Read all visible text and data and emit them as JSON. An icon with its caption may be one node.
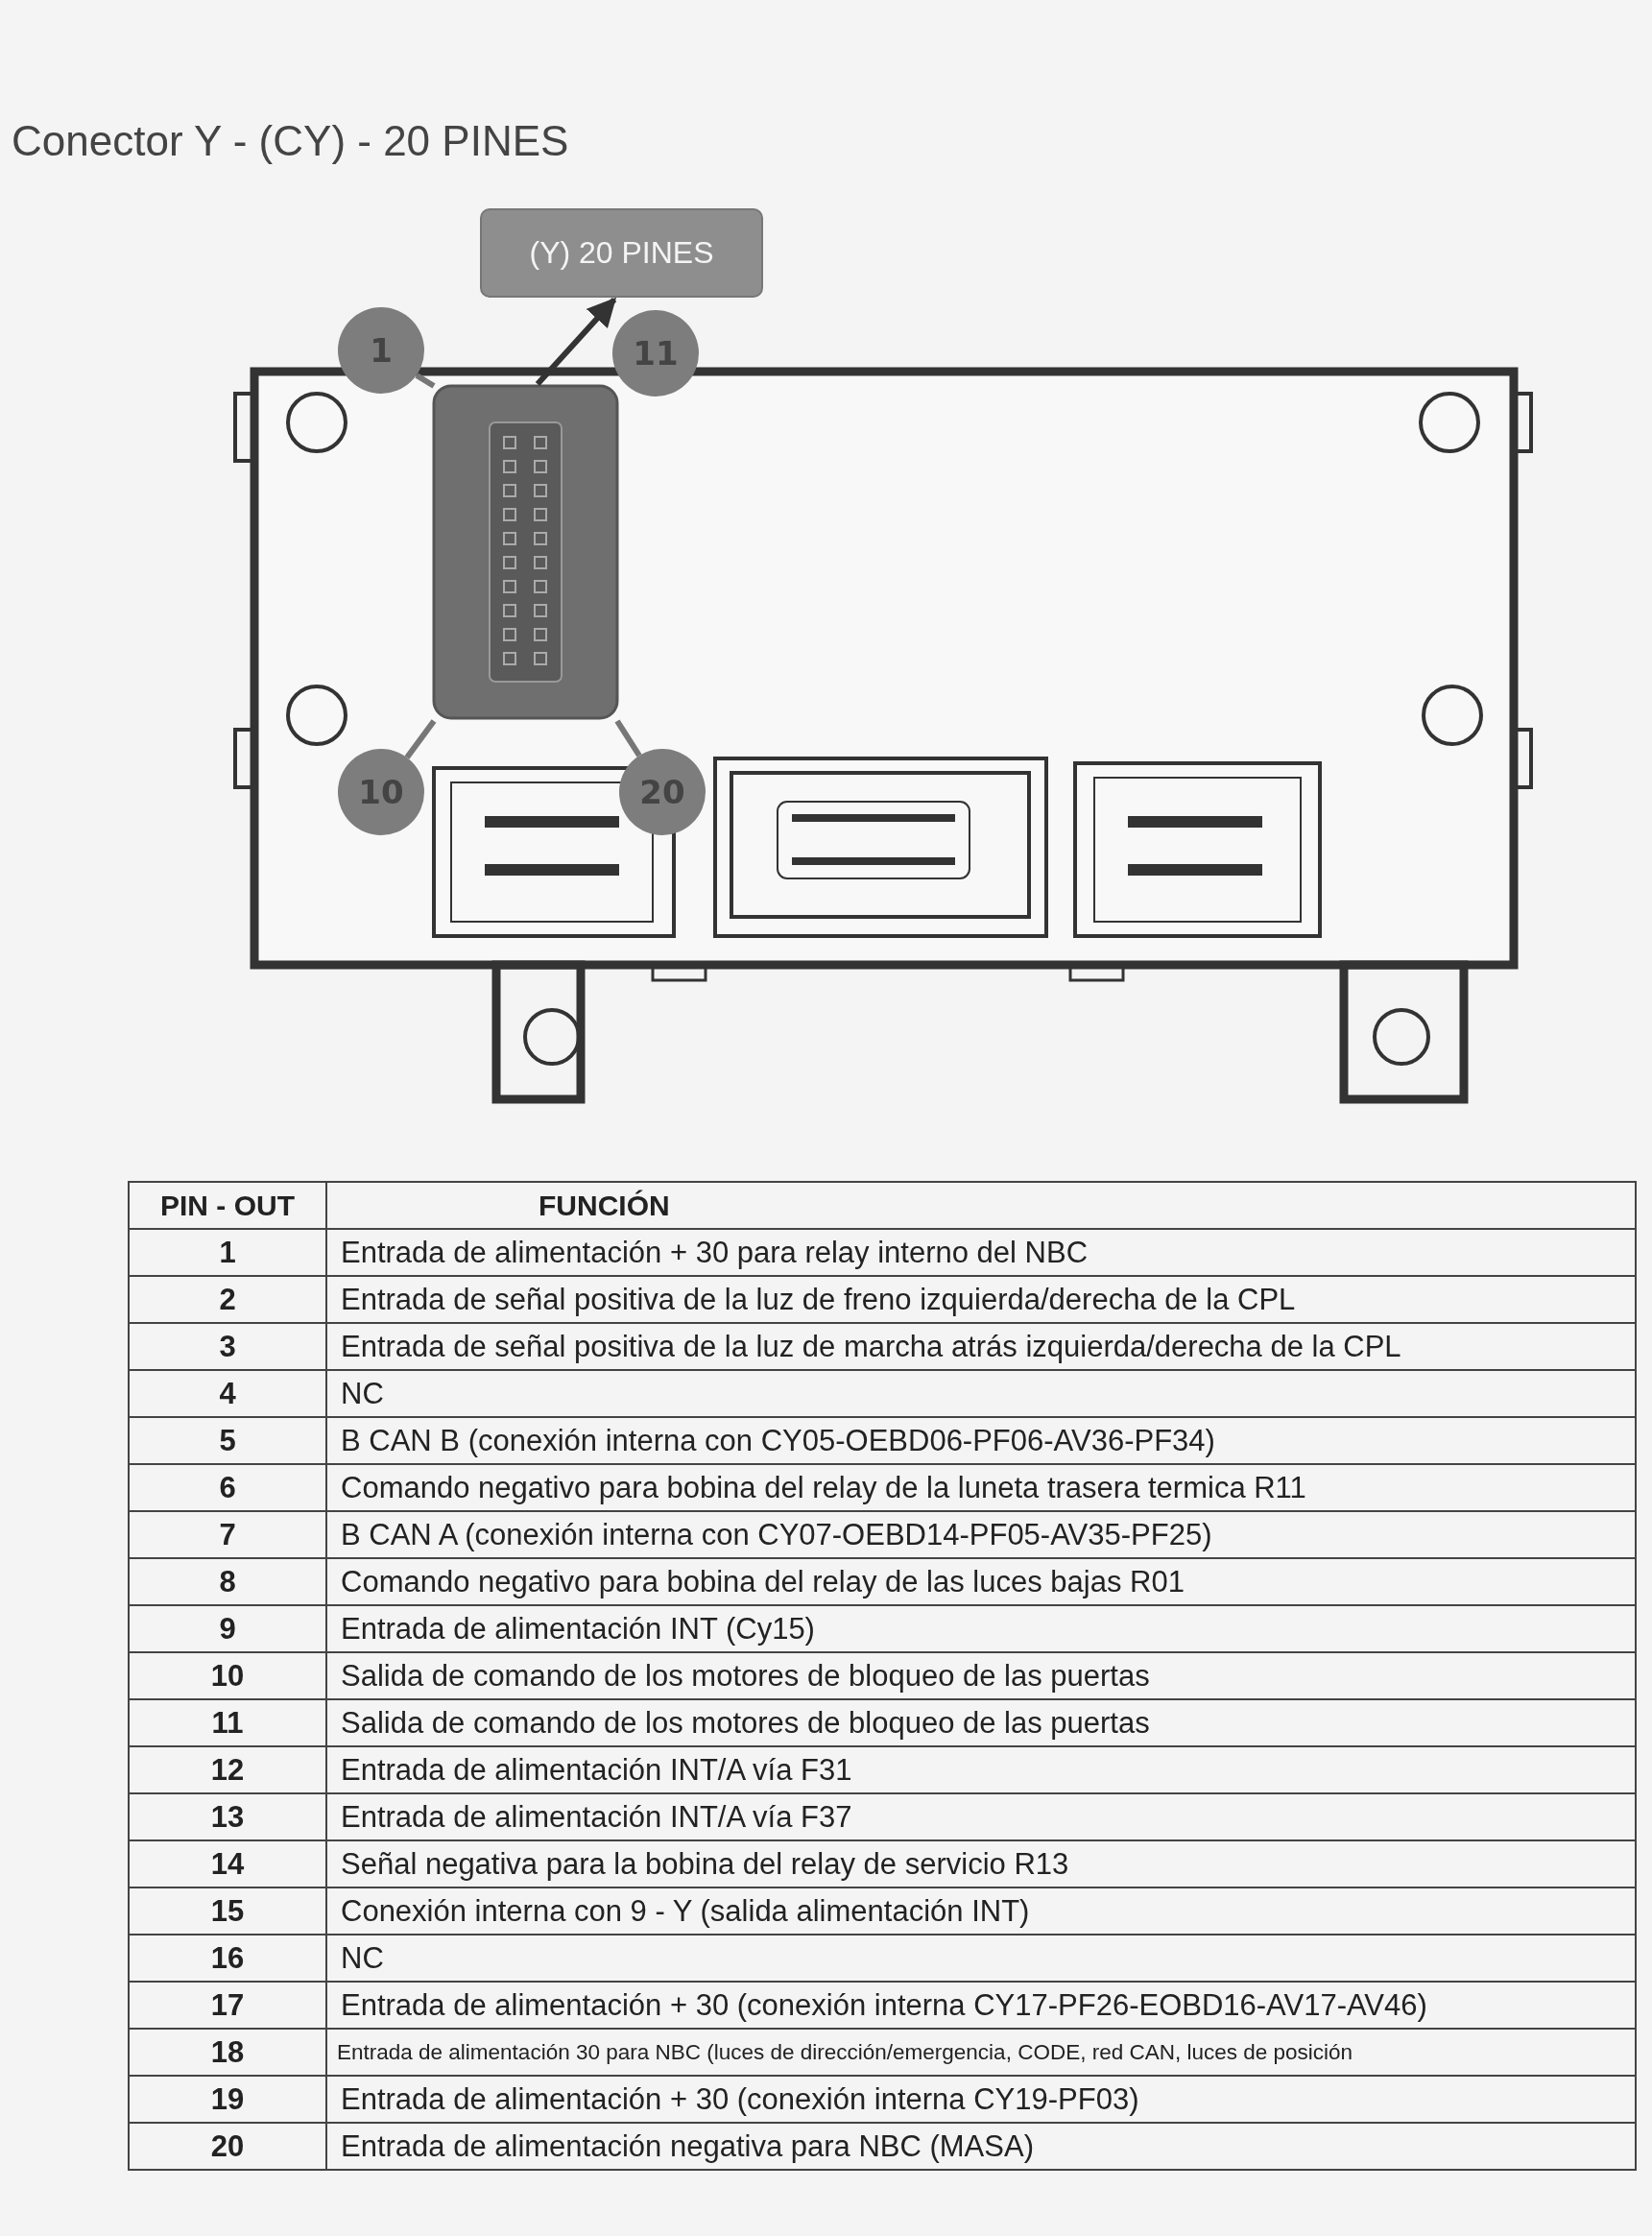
{
  "diagram": {
    "title": "Conector Y - (CY) - 20 PINES",
    "nodes": [
      {
        "text": [
          "(Y) 20 PINES"
        ]
      },
      {
        "text": [],
        "shape": "picture"
      },
      {
        "text": [
          "1"
        ]
      },
      {
        "text": [
          "11"
        ]
      },
      {
        "text": [
          "10"
        ]
      },
      {
        "text": [
          "20"
        ]
      }
    ],
    "edges": [
      {
        "from": 1,
        "to": 0,
        "arrow": "to"
      },
      {
        "from": 2,
        "to": 1,
        "arrow": "none"
      },
      {
        "from": 4,
        "to": 1,
        "arrow": "none"
      },
      {
        "from": 5,
        "to": 1,
        "arrow": "none"
      }
    ],
    "labels": [
      "PIN - OUT",
      "FUNCIÓN",
      "1",
      "Entrada de alimentación + 30 para relay interno del NBC",
      "2",
      "Entrada de señal positiva de la luz de freno izquierda/derecha de la CPL",
      "3",
      "Entrada de señal positiva de la luz de marcha atrás izquierda/derecha de la CPL",
      "4",
      "NC",
      "5",
      "B CAN B (conexión interna con CY05-OEBD06-PF06-AV36-PF34)",
      "6",
      "Comando negativo para bobina del relay de la luneta trasera termica R11",
      "7",
      "B CAN A (conexión interna con CY07-OEBD14-PF05-AV35-PF25)",
      "8",
      "Comando negativo para bobina del relay de las luces bajas R01",
      "9",
      "Entrada de alimentación INT (Cy15)",
      "10",
      "Salida de comando de los motores de bloqueo de las puertas",
      "11",
      "Salida de comando de los motores de bloqueo de las puertas",
      "12",
      "Entrada de alimentación INT/A vía F31",
      "13",
      "Entrada de alimentación INT/A vía F37",
      "14",
      "Señal negativa para la bobina del relay de servicio R13",
      "15",
      "Conexión interna con 9 - Y (salida alimentación INT)",
      "16",
      "NC",
      "17",
      "Entrada de alimentación + 30 (conexión interna CY17-PF26-EOBD16-AV17-AV46)",
      "18",
      "Entrada de alimentación 30 para NBC (luces de dirección/emergencia, CODE, red CAN, luces de posición",
      "19",
      "Entrada de alimentación + 30 (conexión interna CY19-PF03)",
      "20",
      "Entrada de alimentación negativa para NBC (MASA)"
    ]
  }
}
